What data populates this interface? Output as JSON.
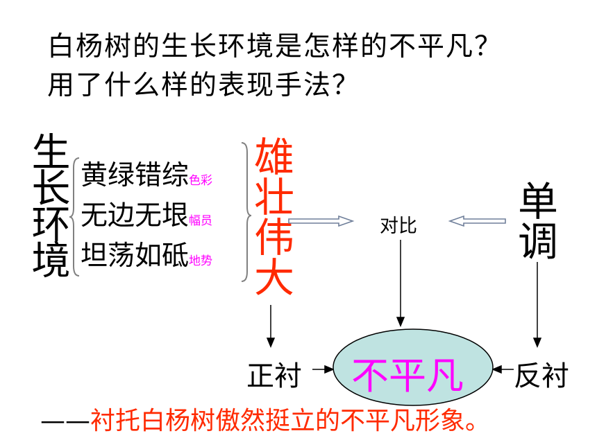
{
  "question": {
    "line1": "白杨树的生长环境是怎样的不平凡？",
    "line2": "用了什么样的表现手法？"
  },
  "environment_label": "生长环境",
  "features": [
    {
      "text": "黄绿错综",
      "tag": "色彩"
    },
    {
      "text": "无边无垠",
      "tag": "幅员"
    },
    {
      "text": "坦荡如砥",
      "tag": "地势"
    }
  ],
  "majestic_label": "雄壮伟大",
  "contrast_label": "对比",
  "monotone_label": "单调",
  "positive_contrast_label": "正衬",
  "center_label": "不平凡",
  "negative_contrast_label": "反衬",
  "conclusion": {
    "dash": "——",
    "text": "衬托白杨树傲然挺立的不平凡形象。"
  },
  "colors": {
    "red": "#ff2a00",
    "magenta": "#ff00ff",
    "ellipse_fill": "#bfe3e1",
    "center_text": "#ff00ff"
  }
}
